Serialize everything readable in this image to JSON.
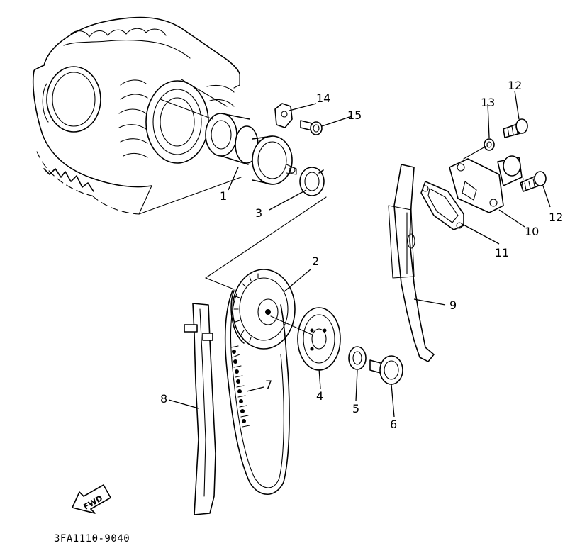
{
  "diagram": {
    "drawing_code": "3FA1110-9040",
    "direction_marker": "FWD",
    "callouts": {
      "c1": "1",
      "c2": "2",
      "c3": "3",
      "c4": "4",
      "c5": "5",
      "c6": "6",
      "c7": "7",
      "c8": "8",
      "c9": "9",
      "c10": "10",
      "c11": "11",
      "c12a": "12",
      "c12b": "12",
      "c13": "13",
      "c14": "14",
      "c15": "15"
    }
  }
}
